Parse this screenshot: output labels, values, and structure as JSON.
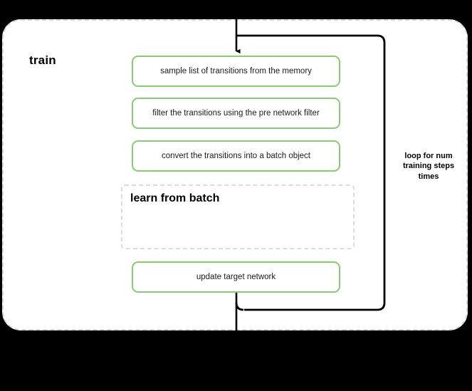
{
  "diagram": {
    "title": "train",
    "background_color": "#000000",
    "canvas_color": "#ffffff",
    "accent_color": "#8cc878",
    "dashed_border_color": "#d8d8d8",
    "line_color": "#000000"
  },
  "steps": [
    {
      "id": "sample",
      "label": "sample list of transitions from the memory"
    },
    {
      "id": "filter",
      "label": "filter the transitions using the pre network filter"
    },
    {
      "id": "convert",
      "label": "convert the transitions into a batch object"
    },
    {
      "id": "update",
      "label": "update target network"
    }
  ],
  "sub_block": {
    "title": "learn from batch",
    "style": "dashed"
  },
  "loop": {
    "label": "loop for num training steps times",
    "line1": "loop for num",
    "line2": "training steps",
    "line3": "times"
  },
  "icons": {
    "arrow_down": "arrow-down-icon",
    "loop_arrow": "loop-arrow-icon"
  }
}
